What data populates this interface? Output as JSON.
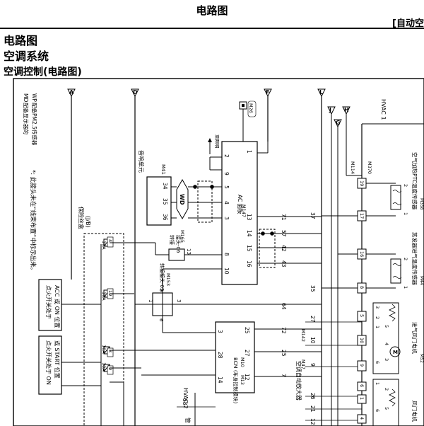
{
  "header": {
    "title": "电路图",
    "subtitle": "[自动空"
  },
  "page": {
    "heading1": "电路图",
    "heading2": "空调系统",
    "heading3": "空调控制(电路图)"
  },
  "legend": {
    "md": "MD",
    "md_text": "配备显示器的",
    "wp": "WP",
    "wp_text": "配备PM2.5传感器"
  },
  "note": "*: 此接头未在“线束布置”中标示出来。",
  "switches": {
    "ign_on": [
      "点火开关处于",
      "ACC 或 ON 位置"
    ],
    "ign_start": [
      "点火开关处于 ON",
      "或 START 位置"
    ]
  },
  "fuse_box": {
    "label": "保险丝盒",
    "code": "(J/B)",
    "fuses": [
      {
        "amp": "10A",
        "num": "4"
      },
      {
        "amp": "10A",
        "num": "19"
      },
      {
        "amp": "10A",
        "num": "3"
      },
      {
        "amp": "10A",
        "num": "9"
      }
    ]
  },
  "offpage": {
    "a": "A",
    "d": "D",
    "f": "F",
    "l": "L",
    "j": "J",
    "g": "G",
    "h": "H"
  },
  "audio_unit": {
    "label": "音响单元",
    "code": "M41",
    "pins": [
      "34",
      "35",
      "36"
    ],
    "wd": "WD"
  },
  "ac_panel": {
    "label": "AC 面板",
    "code": "M147",
    "left_pins": [
      "2",
      "9",
      "5",
      "4",
      "3",
      "8",
      "10"
    ],
    "right_pins": [
      "1",
      "13",
      "14",
      "15",
      "16"
    ],
    "outer_numbers": [
      "71",
      "57",
      "42",
      "43"
    ]
  },
  "lighting": {
    "code": "M26",
    "label": "至照明"
  },
  "joint06": {
    "label": "转接",
    "label2": "接头-06",
    "code": "M165",
    "pin": "13"
  },
  "joint05": {
    "label": "转接接头-05",
    "code": "M153",
    "pins": [
      "9",
      "1",
      "3",
      "6"
    ]
  },
  "bcm": {
    "label": "BCM (车身控制模块)",
    "codes": [
      "M10",
      "M13"
    ],
    "pins_left": [
      "3",
      "28",
      "14"
    ],
    "pins_right": [
      "25",
      "27",
      "12"
    ],
    "outer": [
      "72",
      "25",
      "7"
    ]
  },
  "amp": {
    "label": "空调自动放大器",
    "codes": [
      "M47",
      "M142"
    ]
  },
  "left_numbers": [
    "58"
  ],
  "bus_numbers": [
    "64",
    "37",
    "35",
    "27",
    "10",
    "9",
    "26",
    "21",
    "12"
  ],
  "pin_column": [
    "19",
    "17",
    "16",
    "8",
    "5",
    "10",
    "9",
    "6",
    "1",
    "4"
  ],
  "hvac": {
    "hvac1": "HVAC 1",
    "hvac2": "HVAC 2",
    "codes": [
      "M114",
      "M370"
    ]
  },
  "components": {
    "ptc_sensor": "空气加热PTC温度传感器",
    "ptc_code": "M358",
    "evap_sensor": "蒸发器进气温度传感器",
    "evap_code": "M44",
    "intake_motor": "进气风门电机",
    "intake_code": "M52",
    "mode_motor": "风门电机",
    "motor_sym": "M"
  },
  "sensor_pins": [
    "2",
    "1",
    "2",
    "1"
  ],
  "motor_pins": [
    "3",
    "2",
    "1",
    "6",
    "5",
    "4",
    "3",
    "1",
    "2",
    "6",
    "5"
  ],
  "bottom_text": "管"
}
